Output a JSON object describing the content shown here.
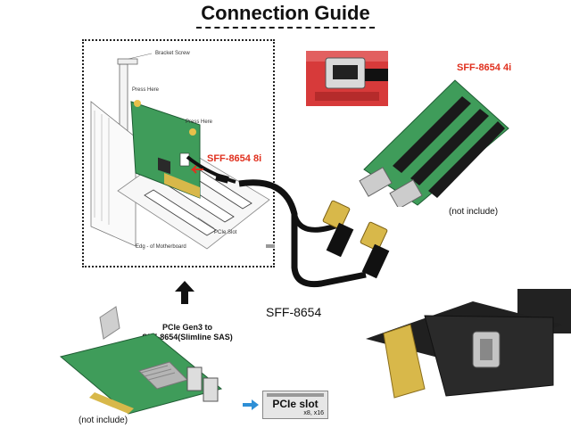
{
  "header": {
    "title": "Connection Guide"
  },
  "install_diagram": {
    "callouts": {
      "bracket_screw": "Bracket Screw",
      "press_here_top": "Press Here",
      "press_here_right": "Press Here",
      "pcie_slot": "PCIe Slot",
      "motherboard_edge": "Edg - of Motherboard"
    },
    "connector_label": "SFF-8654 8i"
  },
  "riser_board": {
    "label": "SFF-8654 4i",
    "note": "(not include)"
  },
  "cable": {
    "label": "SFF-8654"
  },
  "adapter_card": {
    "caption_line1": "PCIe Gen3 to",
    "caption_line2": "SFF-8654(Slimline SAS)",
    "note": "(not include)"
  },
  "slot_badge": {
    "label": "PCIe slot",
    "sub": "x8, x16"
  },
  "colors": {
    "accent_red": "#e0301e",
    "pcb_green": "#3f9c5a",
    "gold": "#d8b84a",
    "cable_black": "#111111"
  }
}
